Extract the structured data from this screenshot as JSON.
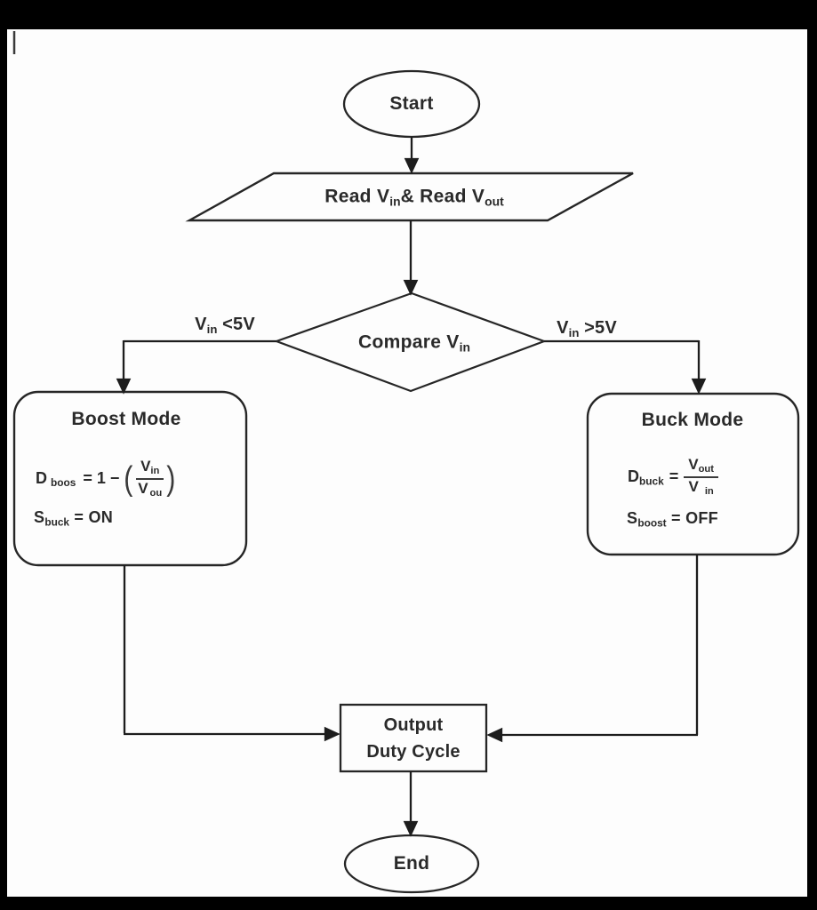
{
  "flowchart": {
    "start": {
      "label": "Start"
    },
    "read_step": {
      "p1": "Read V",
      "sub1": "in",
      "p2": "& Read V",
      "sub2": "out"
    },
    "decision": {
      "p1": "Compare V",
      "sub1": "in"
    },
    "branch_left": {
      "v": "V",
      "sub": "in",
      "cond": " <5V"
    },
    "branch_right": {
      "v": "V",
      "sub": "in",
      "cond": " >5V"
    },
    "boost": {
      "title": "Boost Mode",
      "formula": {
        "d": "D",
        "dsub": "boos",
        "eq": "= 1 −",
        "num_v": "V",
        "num_sub": "in",
        "den_v": "V",
        "den_sub": "ou",
        "lparen": "(",
        "rparen": ")"
      },
      "switch": {
        "s": "S",
        "ssub": "buck",
        "state": "= ON"
      }
    },
    "buck": {
      "title": "Buck Mode",
      "formula": {
        "d": "D",
        "dsub": "buck",
        "eq": "=",
        "num_v": "V",
        "num_sub": "out",
        "den_v": "V",
        "den_sub": "in"
      },
      "switch": {
        "s": "S",
        "ssub": "boost",
        "state": "= OFF"
      }
    },
    "output": {
      "line1": "Output",
      "line2": "Duty Cycle"
    },
    "end": {
      "label": "End"
    }
  },
  "colors": {
    "line": "#262626",
    "paper": "#fdfdfd",
    "frame": "#000000",
    "text": "#2a2a2a"
  }
}
